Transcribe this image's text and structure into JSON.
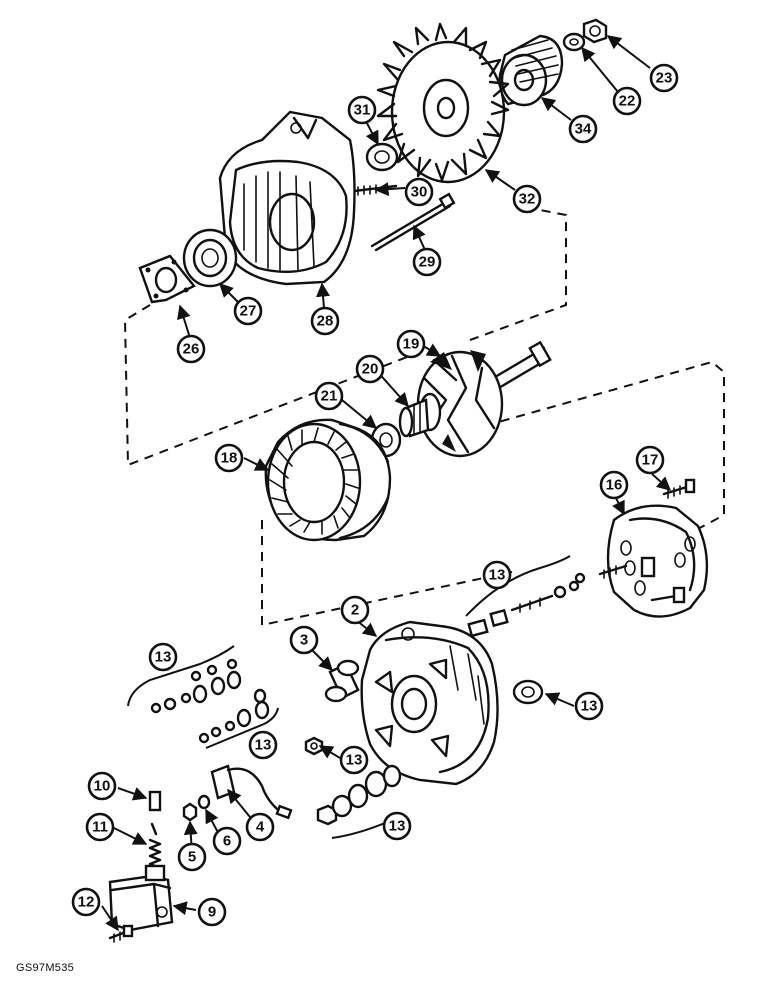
{
  "figure_code": "GS97M535",
  "callouts": [
    "23",
    "22",
    "34",
    "31",
    "32",
    "30",
    "29",
    "27",
    "28",
    "26",
    "19",
    "20",
    "21",
    "18",
    "17",
    "16",
    "13",
    "2",
    "3",
    "13",
    "13",
    "13",
    "13",
    "13",
    "10",
    "11",
    "4",
    "6",
    "5",
    "12",
    "9"
  ],
  "colors": {
    "ink": "#111111",
    "paper": "#ffffff"
  }
}
